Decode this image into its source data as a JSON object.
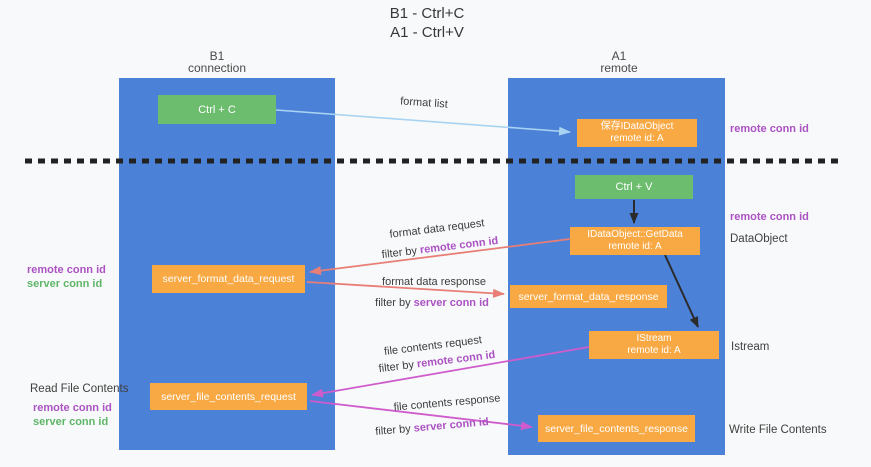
{
  "title": {
    "line1": "B1 - Ctrl+C",
    "line2": "A1 - Ctrl+V"
  },
  "columns": {
    "left": {
      "name": "B1",
      "role": "connection"
    },
    "right": {
      "name": "A1",
      "role": "remote"
    }
  },
  "nodes": {
    "ctrl_c": {
      "label": "Ctrl + C"
    },
    "ctrl_v": {
      "label": "Ctrl + V"
    },
    "save_idataobject": {
      "line1": "保存IDataObject",
      "line2": "remote id: A"
    },
    "getdata": {
      "line1": "IDataObject::GetData",
      "line2": "remote id: A"
    },
    "istream": {
      "line1": "IStream",
      "line2": "remote id: A"
    },
    "format_request": {
      "label": "server_format_data_request"
    },
    "format_response": {
      "label": "server_format_data_response"
    },
    "file_request": {
      "label": "server_file_contents_request"
    },
    "file_response": {
      "label": "server_file_contents_response"
    }
  },
  "arrow_labels": {
    "format_list": "format list",
    "format_data_request": "format data request",
    "filter_remote_1": {
      "prefix": "filter by ",
      "highlight": "remote conn id"
    },
    "format_data_response": "format data response",
    "filter_server_1": {
      "prefix": "filter by ",
      "highlight": "server conn id"
    },
    "file_contents_request": "file contents request",
    "filter_remote_2": {
      "prefix": "filter by ",
      "highlight": "remote conn id"
    },
    "file_contents_response": "file contents response",
    "filter_server_2": {
      "prefix": "filter by ",
      "highlight": "server conn id"
    }
  },
  "side_labels": {
    "right_remote_top": "remote conn id",
    "right_remote_mid": "remote conn id",
    "dataobject": "DataObject",
    "istream": "Istream",
    "write_file_contents": "Write File Contents",
    "left_remote_top": "remote conn id",
    "left_server_top": "server conn id",
    "read_file_contents": "Read File Contents",
    "left_remote_bottom": "remote conn id",
    "left_server_bottom": "server conn id"
  },
  "colors": {
    "lane_blue": "#4c81d8",
    "node_orange": "#f8a944",
    "node_green": "#6dbd6f",
    "arrow_salmon": "#e87e76",
    "arrow_magenta": "#cf5ccc",
    "arrow_lightblue": "#a9d3f2",
    "dashed_divider": "#222222",
    "text_purple": "#ab53c3",
    "text_green": "#5fb668"
  }
}
